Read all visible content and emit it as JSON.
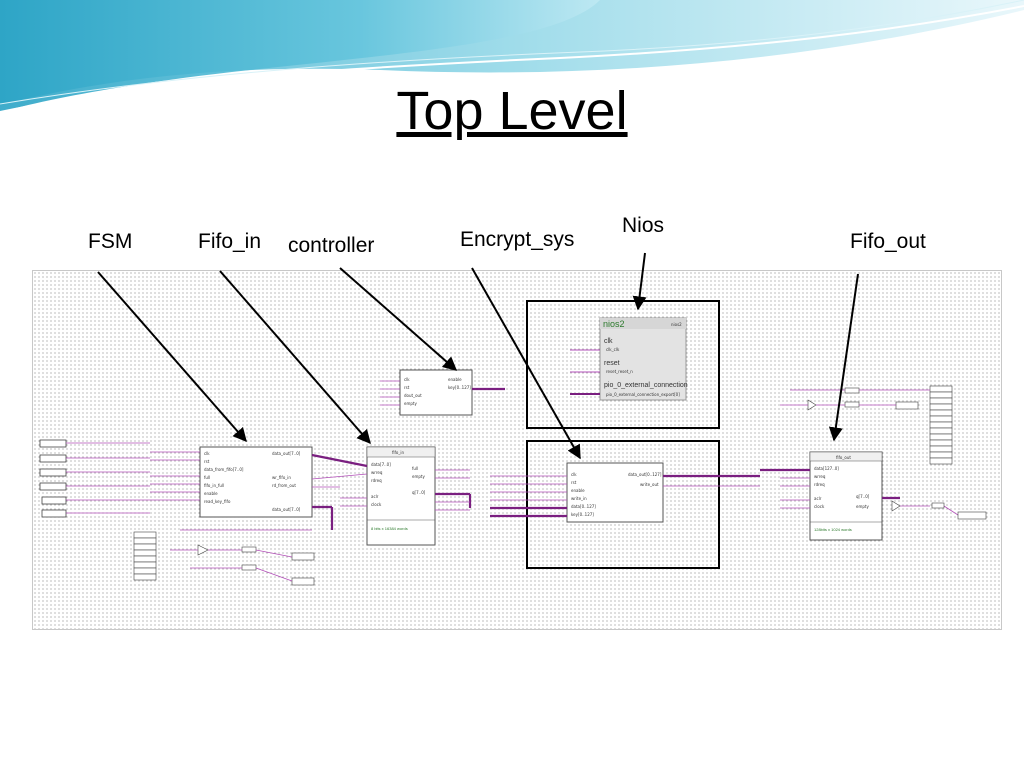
{
  "slide": {
    "title": "Top Level",
    "colors": {
      "wave_top": "#7fd3e6",
      "wave_mid": "#2fa6c7",
      "bus": "#7a1f80",
      "wire": "#b24fb8",
      "grid_dot": "#8a8a8a"
    }
  },
  "labels": {
    "fsm": "FSM",
    "fifo_in": "Fifo_in",
    "controller": "controller",
    "encrypt_sys": "Encrypt_sys",
    "nios": "Nios",
    "fifo_out": "Fifo_out"
  },
  "nios_block": {
    "name": "nios2",
    "ports": [
      "clk",
      "reset",
      "pio_0_external_connection"
    ]
  }
}
